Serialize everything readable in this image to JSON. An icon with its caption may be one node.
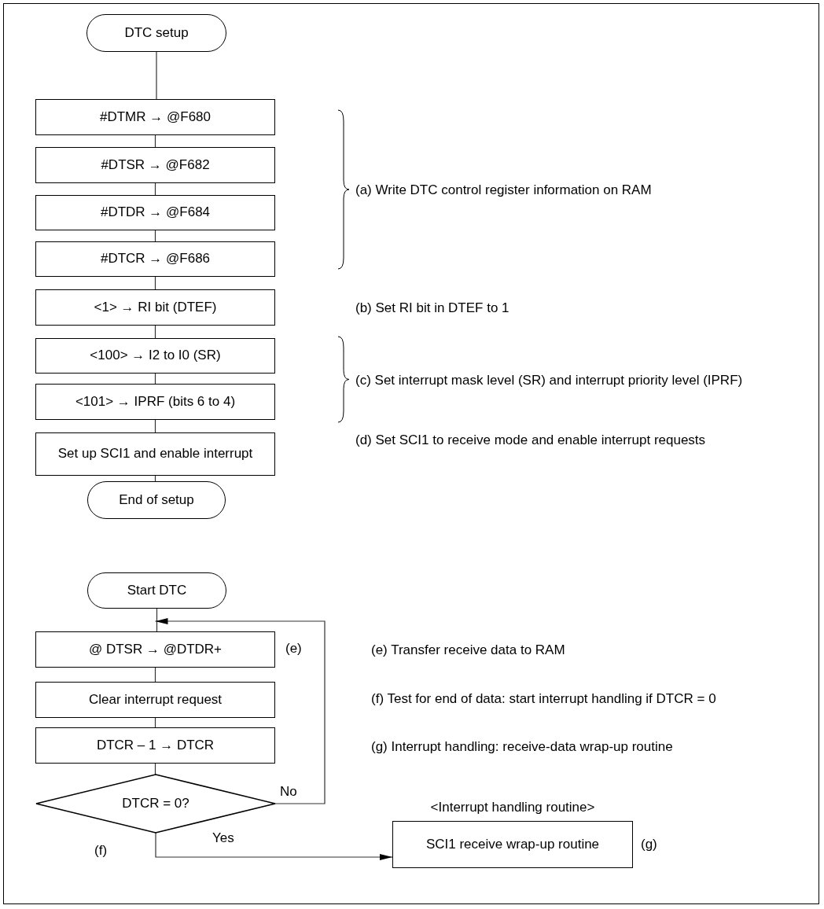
{
  "diagram": {
    "nodes": [
      {
        "text": [
          "DTC setup"
        ]
      },
      {
        "text": [
          "#DTMR → @F680"
        ]
      },
      {
        "text": [
          "#DTSR → @F682"
        ]
      },
      {
        "text": [
          "#DTDR → @F684"
        ]
      },
      {
        "text": [
          "#DTCR → @F686"
        ]
      },
      {
        "text": [
          "<1> → RI bit (DTEF)"
        ]
      },
      {
        "text": [
          "<100> → I2 to I0 (SR)"
        ]
      },
      {
        "text": [
          "<101> → IPRF (bits 6 to 4)"
        ]
      },
      {
        "text": [
          "Set up SCI1 and enable interrupt"
        ]
      },
      {
        "text": [
          "End of setup"
        ]
      },
      {
        "text": [
          "Start DTC"
        ]
      },
      {
        "text": [
          "@ DTSR → @DTDR+"
        ],
        "beside": [
          "(e)"
        ]
      },
      {
        "text": [
          "Clear interrupt request"
        ]
      },
      {
        "text": [
          "DTCR – 1 → DTCR"
        ]
      },
      {
        "text": [
          "DTCR = 0?"
        ],
        "beside": [
          "(f)"
        ]
      },
      {
        "text": [
          "<Interrupt handling routine>",
          "SCI1 receive wrap-up routine"
        ],
        "beside": [
          "(g)"
        ]
      }
    ],
    "edges": [
      {
        "from": 0,
        "to": 1,
        "arrow": "none"
      },
      {
        "from": 1,
        "to": 2,
        "arrow": "none"
      },
      {
        "from": 2,
        "to": 3,
        "arrow": "none"
      },
      {
        "from": 3,
        "to": 4,
        "arrow": "none"
      },
      {
        "from": 4,
        "to": 5,
        "arrow": "none"
      },
      {
        "from": 5,
        "to": 6,
        "arrow": "none"
      },
      {
        "from": 6,
        "to": 7,
        "arrow": "none"
      },
      {
        "from": 7,
        "to": 8,
        "arrow": "none"
      },
      {
        "from": 8,
        "to": 9,
        "arrow": "none"
      },
      {
        "from": 10,
        "to": 11,
        "arrow": "none"
      },
      {
        "from": 11,
        "to": 12,
        "arrow": "none"
      },
      {
        "from": 12,
        "to": 13,
        "arrow": "none"
      },
      {
        "from": 13,
        "to": 14,
        "arrow": "none"
      },
      {
        "from": 14,
        "to": 11,
        "arrow": "to",
        "label": "No"
      },
      {
        "from": 14,
        "to": 15,
        "arrow": "to",
        "label": "Yes"
      }
    ],
    "labels": [
      "(a) Write DTC control register information on RAM",
      "(b) Set RI bit in DTEF to 1",
      "(c) Set interrupt mask level (SR) and interrupt priority level (IPRF)",
      "(d) Set SCI1 to receive mode and enable interrupt requests",
      "(e) Transfer receive data to RAM",
      "(f) Test for end of data: start interrupt handling if DTCR = 0",
      "(g) Interrupt handling: receive-data wrap-up routine"
    ]
  }
}
